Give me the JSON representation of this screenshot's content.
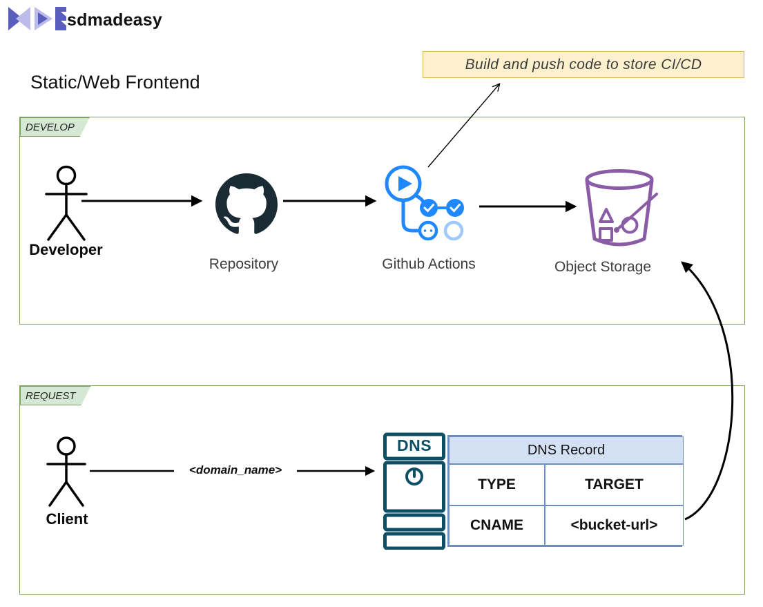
{
  "brand": {
    "name": "sdmadeasy"
  },
  "diagram": {
    "title": "Static/Web Frontend",
    "annotation": "Build and push code to store CI/CD"
  },
  "develop": {
    "label": "DEVELOP",
    "developer": "Developer",
    "repository": "Repository",
    "github_actions": "Github Actions",
    "object_storage": "Object Storage"
  },
  "request": {
    "label": "REQUEST",
    "client": "Client",
    "domain_edge": "<domain_name>",
    "dns": "DNS",
    "table": {
      "title": "DNS Record",
      "col1": "TYPE",
      "col2": "TARGET",
      "cell1": "CNAME",
      "cell2": "<bucket-url>"
    }
  },
  "colors": {
    "section_border": "#7fa35c",
    "section_label_bg": "#d5e8d4",
    "annotation_bg": "#fcf0cd",
    "annotation_border": "#d6b656",
    "github_dark": "#1a2b33",
    "actions_blue": "#2088ff",
    "actions_light_blue": "#9ec9ff",
    "storage_purple": "#8a5ca5",
    "dns_teal": "#0e4f66",
    "table_border": "#6c8ebf",
    "table_header_bg": "#d4e1f5",
    "arrow_black": "#000000",
    "logo_dark": "#585dbe",
    "logo_light": "#bdbbe9"
  }
}
